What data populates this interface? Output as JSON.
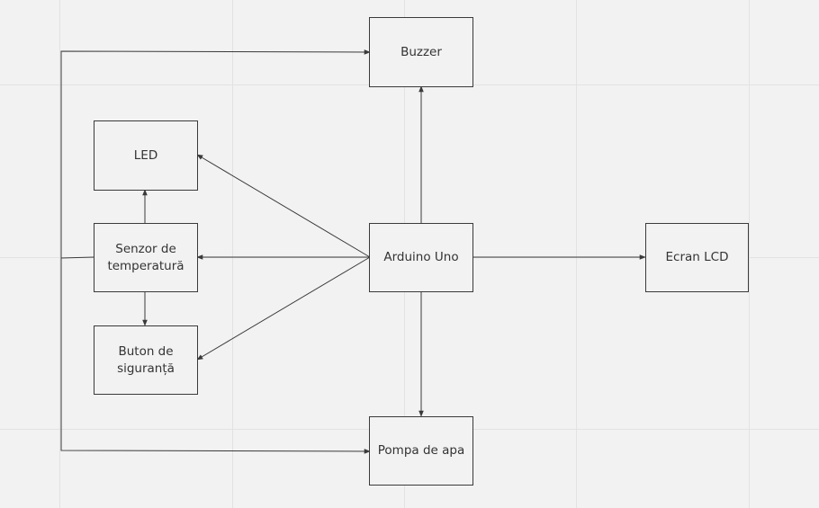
{
  "diagram": {
    "type": "block-diagram",
    "colors": {
      "background": "#f2f2f2",
      "grid": "#e2e2e2",
      "stroke": "#3a3a3a",
      "text": "#333333"
    },
    "nodes": [
      {
        "id": "buzzer",
        "label": "Buzzer"
      },
      {
        "id": "led",
        "label": "LED"
      },
      {
        "id": "senzor",
        "label": "Senzor de temperatură"
      },
      {
        "id": "buton",
        "label": "Buton de siguranță"
      },
      {
        "id": "arduino",
        "label": "Arduino Uno"
      },
      {
        "id": "lcd",
        "label": "Ecran LCD"
      },
      {
        "id": "pompa",
        "label": "Pompa de apa"
      }
    ],
    "edges": [
      {
        "from": "arduino",
        "to": "buzzer"
      },
      {
        "from": "arduino",
        "to": "led"
      },
      {
        "from": "arduino",
        "to": "senzor"
      },
      {
        "from": "arduino",
        "to": "buton"
      },
      {
        "from": "arduino",
        "to": "lcd"
      },
      {
        "from": "arduino",
        "to": "pompa"
      },
      {
        "from": "senzor",
        "to": "led"
      },
      {
        "from": "senzor",
        "to": "buton"
      },
      {
        "from": "senzor",
        "to": "buzzer"
      },
      {
        "from": "senzor",
        "to": "pompa"
      }
    ]
  }
}
